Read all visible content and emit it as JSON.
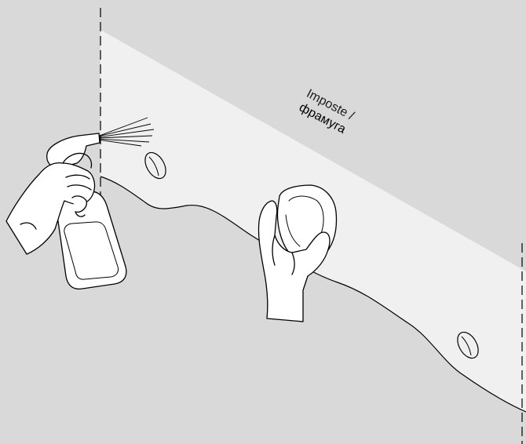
{
  "diagram": {
    "label_line_1": "Imposte /",
    "label_line_2": "фрамуга",
    "colors": {
      "background": "#d9d9d9",
      "panel": "#f0f0f0",
      "stroke": "#000000",
      "bottle": "#ffffff"
    },
    "figures": [
      "spray-bottle-hand",
      "wiping-cloth-hand",
      "mounting-holes",
      "cut-lines"
    ]
  }
}
